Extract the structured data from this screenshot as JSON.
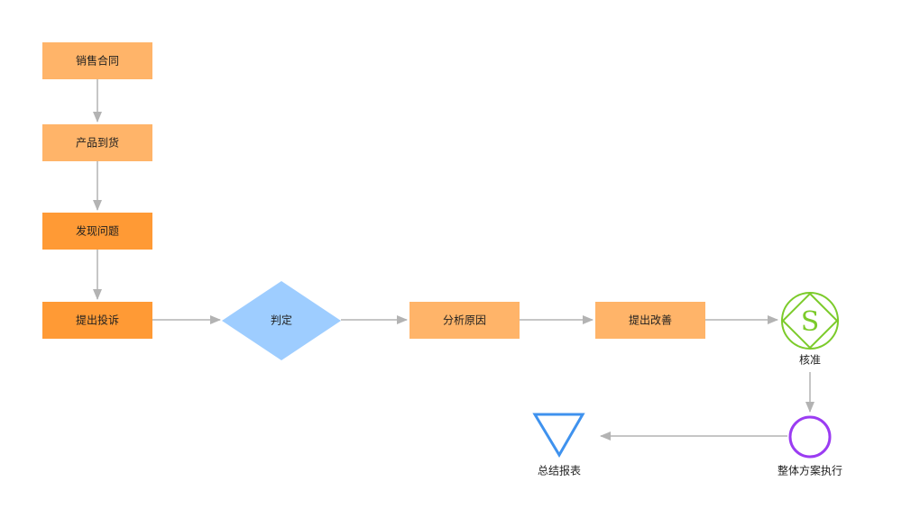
{
  "diagram": {
    "nodes": {
      "sales_contract": {
        "label": "销售合同",
        "fill": "#ffb469"
      },
      "product_arrival": {
        "label": "产品到货",
        "fill": "#ffb469"
      },
      "find_problem": {
        "label": "发现问题",
        "fill": "#ff9a35"
      },
      "raise_complaint": {
        "label": "提出投诉",
        "fill": "#ff9a35"
      },
      "judge": {
        "label": "判定",
        "fill": "#9ecdff"
      },
      "analyze_cause": {
        "label": "分析原因",
        "fill": "#ffb469"
      },
      "propose_improvement": {
        "label": "提出改善",
        "fill": "#ffb469"
      },
      "approve": {
        "label": "核准",
        "stroke": "#7ccb2b",
        "symbol": "S"
      },
      "execute_plan": {
        "label": "整体方案执行",
        "stroke": "#9b3cf2"
      },
      "summary_report": {
        "label": "总结报表",
        "stroke": "#3f92ee"
      }
    },
    "connector_color": "#b3b3b3"
  }
}
